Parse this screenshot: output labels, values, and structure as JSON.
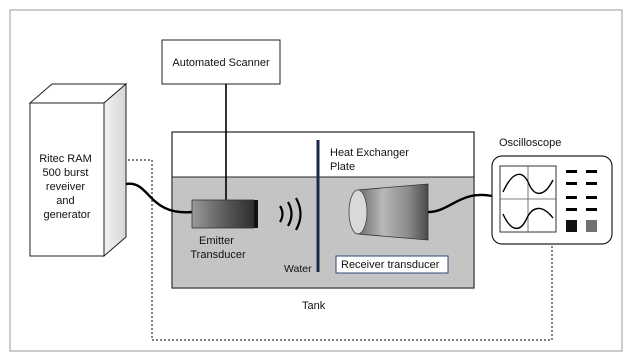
{
  "scanner": {
    "label": "Automated Scanner"
  },
  "pulser": {
    "lines": [
      "Ritec RAM",
      "500 burst",
      "reveiver",
      "and",
      "generator"
    ]
  },
  "plate": {
    "lines": [
      "Heat Exchanger",
      "Plate"
    ]
  },
  "emitter": {
    "lines": [
      "Emitter",
      "Transducer"
    ]
  },
  "medium": {
    "label": "Water"
  },
  "receiver": {
    "label": "Receiver transducer"
  },
  "tank": {
    "label": "Tank"
  },
  "oscilloscope": {
    "label": "Oscilloscope"
  },
  "colors": {
    "water": "#c4c4c4",
    "outline": "#222222",
    "cable": "#000000",
    "trigger_line": "#333333"
  },
  "icons": [
    "sound-wave-icon",
    "waveform-icon"
  ]
}
